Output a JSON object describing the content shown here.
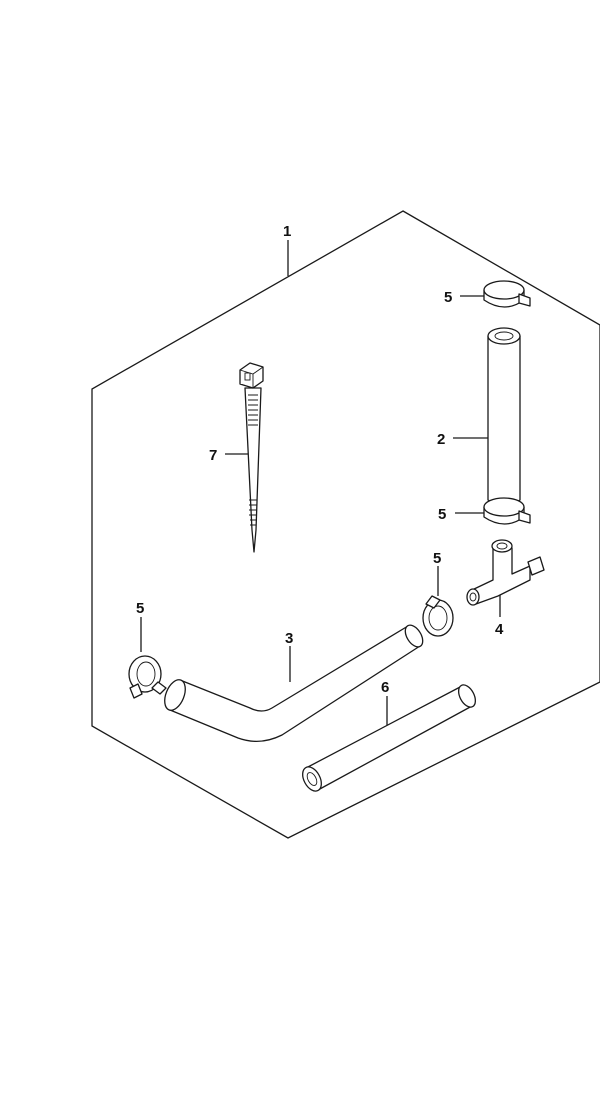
{
  "diagram": {
    "labels": {
      "kit": "1",
      "hose_straight": "2",
      "hose_bent": "3",
      "t_joint": "4",
      "clip_top": "5",
      "clip_mid": "5",
      "clip_joint": "5",
      "clip_left": "5",
      "hose_short": "6",
      "cable_tie": "7"
    }
  }
}
